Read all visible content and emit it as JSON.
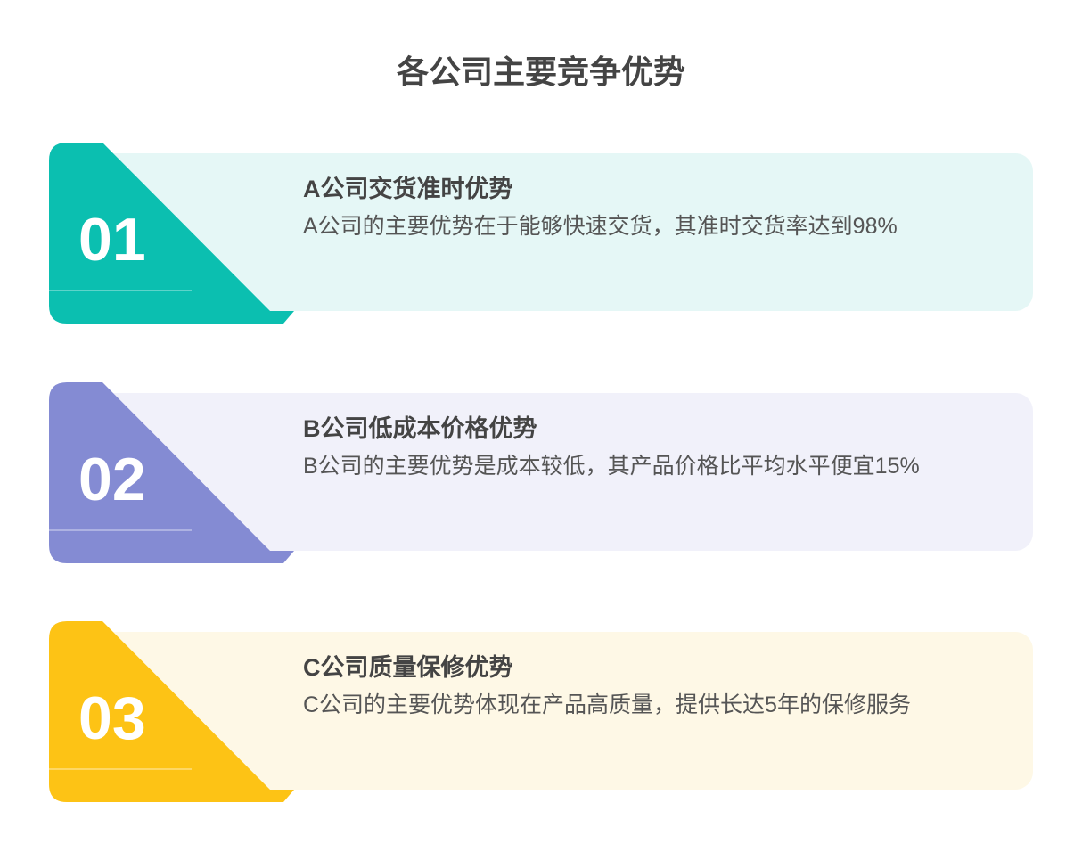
{
  "title": "各公司主要竞争优势",
  "items": [
    {
      "number": "01",
      "title": "A公司交货准时优势",
      "desc": "A公司的主要优势在于能够快速交货，其准时交货率达到98%",
      "color": "#0bbfb0",
      "light": "#e5f7f6"
    },
    {
      "number": "02",
      "title": "B公司低成本价格优势",
      "desc": "B公司的主要优势是成本较低，其产品价格比平均水平便宜15%",
      "color": "#848bd3",
      "light": "#f1f1fa"
    },
    {
      "number": "03",
      "title": "C公司质量保修优势",
      "desc": "C公司的主要优势体现在产品高质量，提供长达5年的保修服务",
      "color": "#fdc315",
      "light": "#fef8e6"
    }
  ]
}
